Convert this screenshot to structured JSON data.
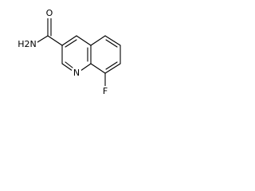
{
  "molecule": {
    "atom_labels": {
      "oxygen": "O",
      "amine": "H2N",
      "nitrogen": "N",
      "fluorine": "F"
    },
    "colors": {
      "bond": "#000000",
      "text": "#000000",
      "background": "#ffffff"
    }
  }
}
